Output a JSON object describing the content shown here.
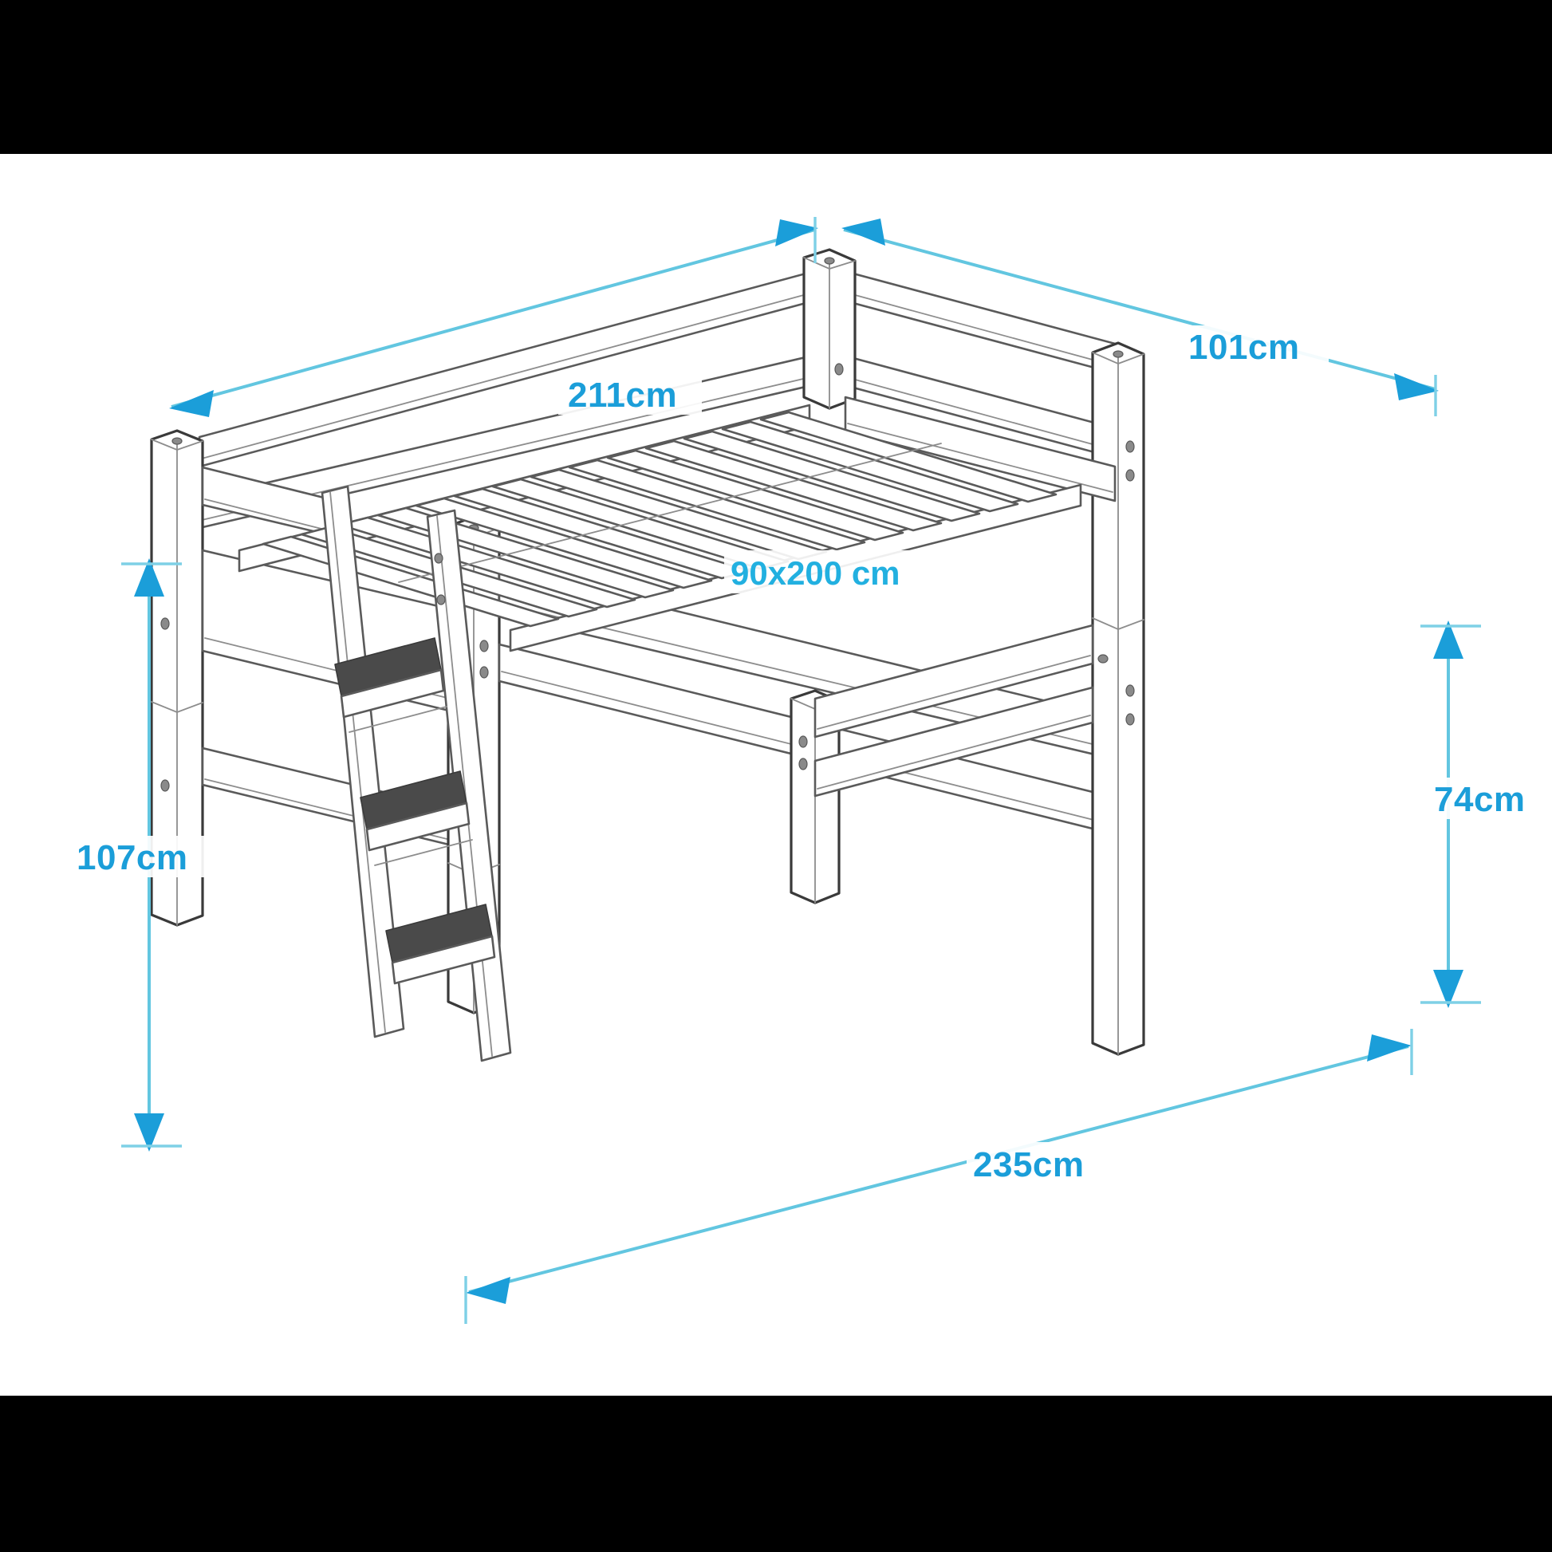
{
  "diagram": {
    "subject": "loft-bed-technical-drawing",
    "background_color": "#ffffff",
    "letterbox_color": "#000000",
    "line_color": "#5a5a5a",
    "dimension_color": "#1b9ed9",
    "dimension_line_color": "#62c6e0"
  },
  "dimensions": {
    "length_top": "211cm",
    "width_top": "101cm",
    "mattress": "90x200 cm",
    "height_left": "107cm",
    "height_right": "74cm",
    "depth_bottom": "235cm"
  },
  "parts": {
    "post_label": "corner-post",
    "rail_label": "guard-rail",
    "slat_label": "slat-base",
    "ladder_label": "ladder",
    "tread_label": "ladder-tread"
  }
}
